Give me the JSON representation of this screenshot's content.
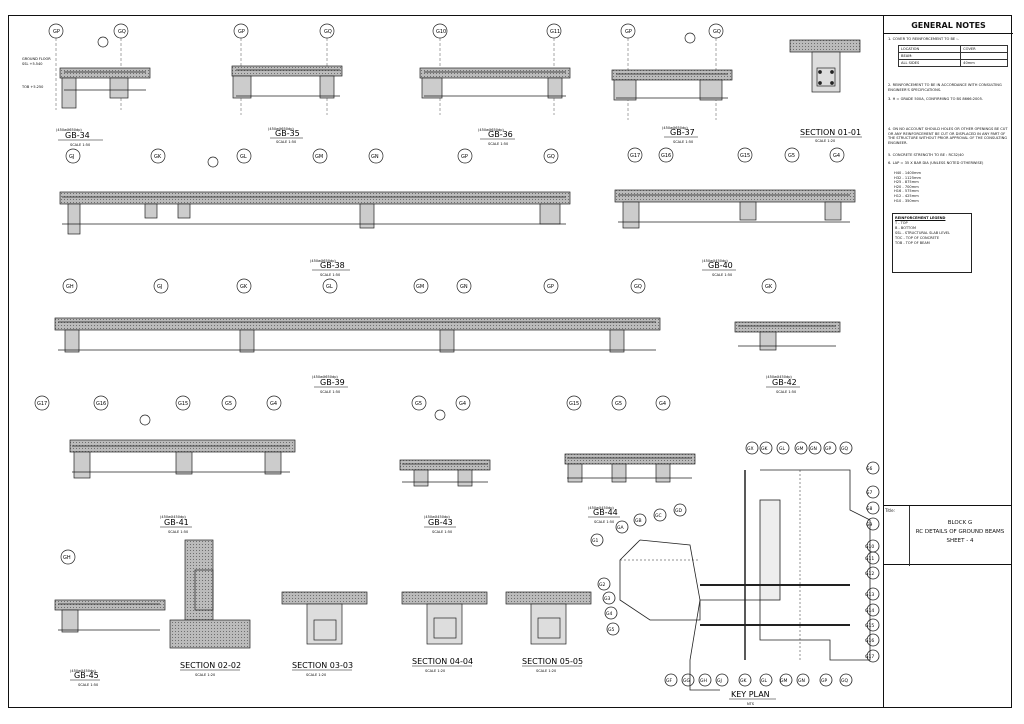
{
  "drawing": {
    "beam_labels": [
      "GB-34",
      "GB-35",
      "GB-36",
      "GB-37",
      "GB-38",
      "GB-39",
      "GB-40",
      "GB-41",
      "GB-42",
      "GB-43",
      "GB-44",
      "GB-45"
    ],
    "section_labels": [
      "SECTION 01-01",
      "SECTION 02-02",
      "SECTION 03-03",
      "SECTION 04-04",
      "SECTION 05-05"
    ],
    "key_plan_label": "KEY PLAN",
    "key_plan_scale": "NTS",
    "scale_150": "SCALE 1:50",
    "scale_120": "SCALE 1:20",
    "beam_size_450x650": "(450wX650dp)",
    "beam_size_450x450": "(450wX450dp)",
    "ground_floor": "GROUND FLOOR",
    "ssl": "SSL +5.540",
    "tob": "TOB +5.250",
    "grids_row1": [
      "GP",
      "GQ",
      "GP",
      "GQ",
      "G10",
      "G11",
      "GP",
      "GQ"
    ],
    "grids_row2": [
      "GJ",
      "GK",
      "GL",
      "GM",
      "GN",
      "GP",
      "GQ",
      "G17",
      "G16",
      "G15",
      "G5",
      "G4"
    ],
    "grids_row3": [
      "GH",
      "GJ",
      "GK",
      "GL",
      "GM",
      "GN",
      "GP",
      "GQ",
      "GK"
    ],
    "grids_row4": [
      "G17",
      "G16",
      "G15",
      "G5",
      "G4",
      "G5",
      "G4",
      "G15",
      "G5",
      "G4"
    ],
    "grid_g_h": "GH",
    "key_plan_grids_top": [
      "GX",
      "GK",
      "GL",
      "GM",
      "GN",
      "GP",
      "GQ"
    ],
    "key_plan_grids_bottom": [
      "GF",
      "GG",
      "GH",
      "GJ",
      "GK",
      "GL",
      "GM",
      "GN",
      "GP",
      "GQ"
    ],
    "key_plan_grids_right": [
      "G6",
      "G7",
      "G8",
      "G9",
      "G10",
      "G11",
      "G12",
      "G13",
      "G14",
      "G15",
      "G16",
      "G17"
    ],
    "key_plan_grids_left": [
      "GA",
      "GB",
      "GC",
      "GD",
      "GE",
      "G1",
      "G2",
      "G3",
      "G4",
      "G5"
    ]
  },
  "notes": {
    "title": "GENERAL NOTES",
    "n1": "1. COVER TO REINFORCEMENT TO BE :-",
    "cover_table": {
      "headers": [
        "LOCATION",
        "COVER"
      ],
      "rows": [
        [
          "BEAM:",
          ""
        ],
        [
          "ALL SIDES",
          "40mm"
        ]
      ]
    },
    "n2": "2. REINFORCEMENT TO BE IN ACCORDANCE WITH CONSULTING ENGINEER'S SPECIFICATIONS.",
    "n3": "3. H = GRADE 500A, CONFIRMING TO BS 8666:2005.",
    "n4": "4. ON NO ACCOUNT SHOULD HOLES OR OTHER OPENINGS BE CUT OR ANY REINFORCEMENT BE CUT OR DISPLACED IN ANY PART OF THE STRUCTURE WITHOUT PRIOR APPROVAL OF THE CONSULTING ENGINEER.",
    "n5": "5. CONCRETE STRENGTH TO BE : RC32/40",
    "n6": "6. LAP = 35 X BAR DIA (UNLESS NOTED OTHERWISE)",
    "laps": [
      "H40 - 1400mm",
      "H32 - 1125mm",
      "H25 - 875mm",
      "H20 - 700mm",
      "H16 - 575mm",
      "H12 - 425mm",
      "H10 - 350mm"
    ],
    "legend_title": "REINFORCEMENT LEGEND",
    "legend": [
      "T   - TOP",
      "B   - BOTTOM",
      "SSL - STRUCTURAL SLAB LEVEL",
      "TOC - TOP OF CONCRETE",
      "TOB - TOP OF BEAM"
    ]
  },
  "title_block": {
    "tag": "Title:",
    "line1": "BLOCK G",
    "line2": "RC DETAILS OF GROUND BEAMS",
    "line3": "SHEET - 4"
  }
}
